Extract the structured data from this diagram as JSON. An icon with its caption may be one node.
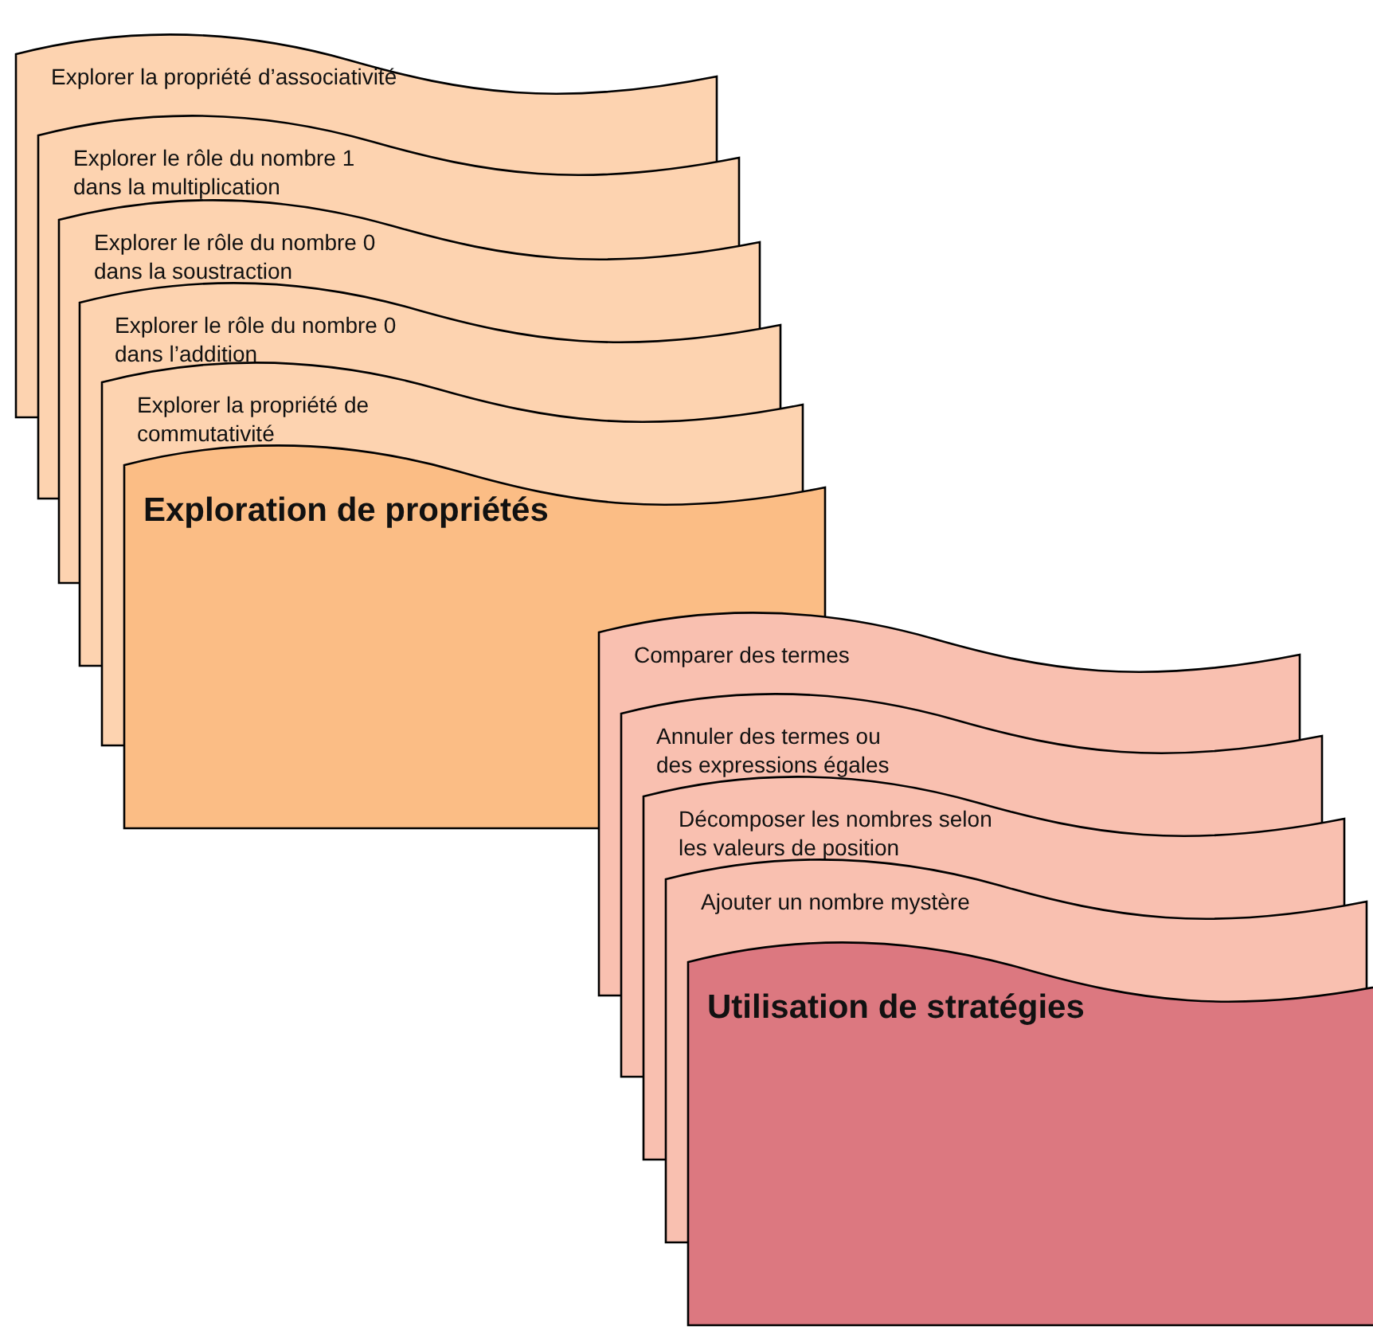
{
  "diagram": {
    "nodes": [
      {
        "text": [
          "Explorer la propriété d’associativité"
        ]
      },
      {
        "text": [
          "Explorer le rôle du nombre 1 dans la multiplication"
        ]
      },
      {
        "text": [
          "Explorer le rôle du nombre 0 dans la soustraction"
        ]
      },
      {
        "text": [
          "Explorer le rôle du nombre 0 dans l’addition"
        ]
      },
      {
        "text": [
          "Explorer la propriété de commutativité"
        ]
      },
      {
        "text": [
          "Exploration de propriétés"
        ]
      },
      {
        "text": [
          "Comparer des termes"
        ]
      },
      {
        "text": [
          "Annuler des termes ou des expressions égales"
        ]
      },
      {
        "text": [
          "Décomposer les nombres selon les valeurs de position"
        ]
      },
      {
        "text": [
          "Ajouter un nombre mystère"
        ]
      },
      {
        "text": [
          "Utilisation de stratégies"
        ]
      }
    ]
  }
}
